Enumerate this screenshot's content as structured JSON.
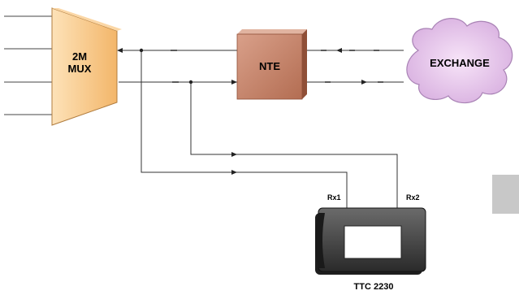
{
  "mux": {
    "line1": "2M",
    "line2": "MUX"
  },
  "nte": {
    "label": "NTE"
  },
  "exchange": {
    "label": "EXCHANGE"
  },
  "tester": {
    "label": "TTC 2230",
    "rx1": "Rx1",
    "rx2": "Rx2"
  },
  "colors": {
    "mux_fill": "#f9c98a",
    "nte_fill": "#c9876b",
    "cloud_fill": "#e9c9ee",
    "device_body": "#3a3a3a",
    "device_face": "#5a5a5a",
    "gray_box": "#c8c8c8"
  }
}
